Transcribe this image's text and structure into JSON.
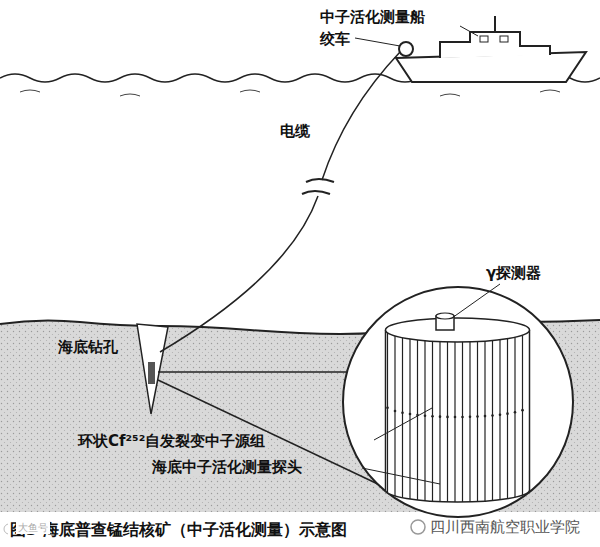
{
  "diagram": {
    "caption": "图3  海底普查锰结核矿（中子活化测量）示意图",
    "labels": [
      "中子活化测量船",
      "绞车",
      "电缆",
      "海底钻孔",
      "γ探测器",
      "环状Cf²⁵²自发裂变中子源组",
      "海底中子活化测量探头",
      "大鱼号",
      "四川西南航空职业学院"
    ]
  }
}
